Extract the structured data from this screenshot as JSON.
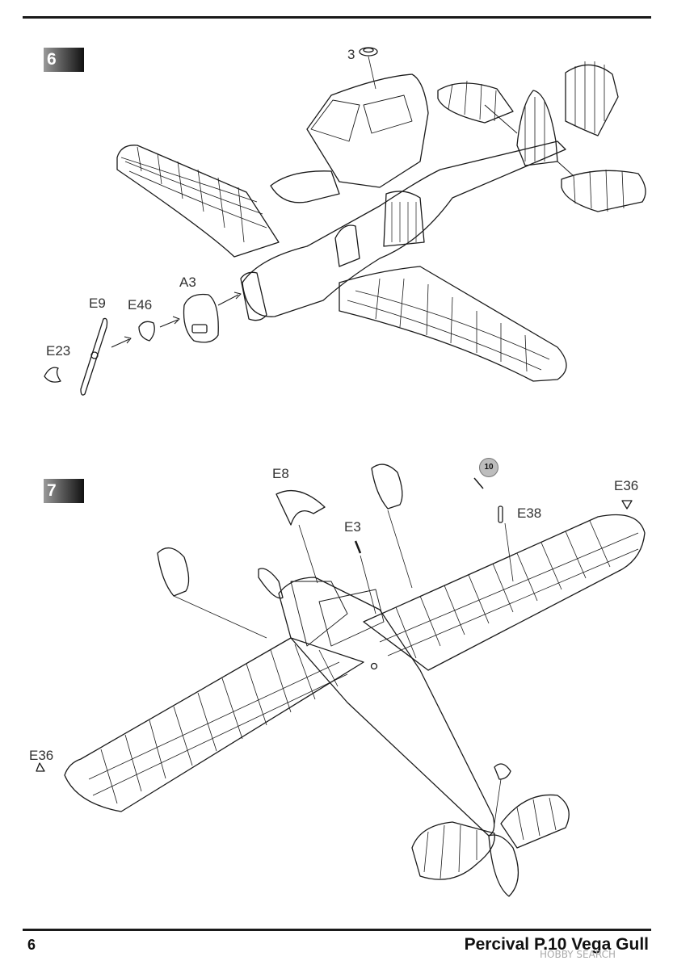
{
  "steps": [
    {
      "number": "6",
      "labels": {
        "part3": "3",
        "a3": "A3",
        "e9": "E9",
        "e46": "E46",
        "e23": "E23"
      }
    },
    {
      "number": "7",
      "labels": {
        "e8": "E8",
        "e3": "E3",
        "e36_right": "E36",
        "e38": "E38",
        "e36_left": "E36",
        "decal": "10"
      }
    }
  ],
  "footer": {
    "page_number": "6",
    "title": "Percival P.10 Vega Gull"
  },
  "watermark": "HOBBY SEARCH",
  "colors": {
    "line": "#1a1a1a",
    "badge_dark": "#111111",
    "badge_light": "#9a9a9a"
  }
}
